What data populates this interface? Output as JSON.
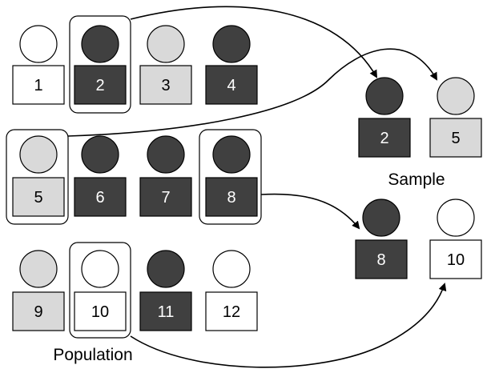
{
  "colors": {
    "dark": "#404040",
    "light": "#d9d9d9",
    "white": "#ffffff",
    "stroke": "#000000"
  },
  "population": {
    "caption": "Population",
    "items": [
      {
        "label": "1",
        "shade": "white",
        "selected": false
      },
      {
        "label": "2",
        "shade": "dark",
        "selected": true
      },
      {
        "label": "3",
        "shade": "light",
        "selected": false
      },
      {
        "label": "4",
        "shade": "dark",
        "selected": false
      },
      {
        "label": "5",
        "shade": "light",
        "selected": true
      },
      {
        "label": "6",
        "shade": "dark",
        "selected": false
      },
      {
        "label": "7",
        "shade": "dark",
        "selected": false
      },
      {
        "label": "8",
        "shade": "dark",
        "selected": true
      },
      {
        "label": "9",
        "shade": "light",
        "selected": false
      },
      {
        "label": "10",
        "shade": "white",
        "selected": true
      },
      {
        "label": "11",
        "shade": "dark",
        "selected": false
      },
      {
        "label": "12",
        "shade": "white",
        "selected": false
      }
    ]
  },
  "sample": {
    "caption": "Sample",
    "items": [
      {
        "label": "2",
        "shade": "dark"
      },
      {
        "label": "5",
        "shade": "light"
      },
      {
        "label": "8",
        "shade": "dark"
      },
      {
        "label": "10",
        "shade": "white"
      }
    ]
  }
}
